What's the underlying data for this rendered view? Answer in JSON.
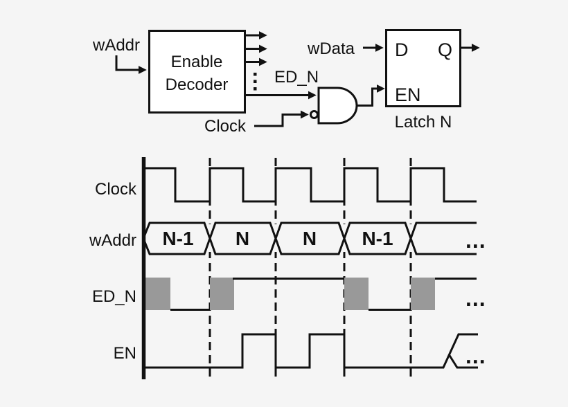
{
  "palette": {
    "background": "#f5f5f5",
    "line": "#111111",
    "uncertain_fill": "#999999",
    "block_fill": "#ffffff"
  },
  "block_diagram": {
    "waddr_label": "wAddr",
    "decoder": {
      "line1": "Enable",
      "line2": "Decoder"
    },
    "ed_n_label": "ED_N",
    "clock_label": "Clock",
    "wdata_label": "wData",
    "latch": {
      "d_port": "D",
      "q_port": "Q",
      "en_port": "EN",
      "caption": "Latch N"
    },
    "icons": {
      "vertical_ellipsis": "three stacked dots between decoder output arrows and ED_N output"
    }
  },
  "timing_diagram": {
    "gridlines": {
      "style": "dashed",
      "count": 4,
      "at_clock_rising_edges": true
    },
    "signals": [
      {
        "name": "Clock",
        "type": "clock",
        "pattern": "high-low repeating, starts high at axis, rises at every dashed gridline"
      },
      {
        "name": "wAddr",
        "type": "bus",
        "segments": [
          "N-1",
          "N",
          "N",
          "N-1"
        ],
        "trailing": "..."
      },
      {
        "name": "ED_N",
        "type": "logic",
        "states": [
          "uncertain",
          "low",
          "uncertain",
          "high",
          "uncertain",
          "low",
          "uncertain",
          "high"
        ],
        "trailing": "..."
      },
      {
        "name": "EN",
        "type": "logic",
        "states": [
          "low",
          "high",
          "low",
          "high",
          "low",
          "high-or-low"
        ],
        "trailing": "..."
      }
    ]
  }
}
